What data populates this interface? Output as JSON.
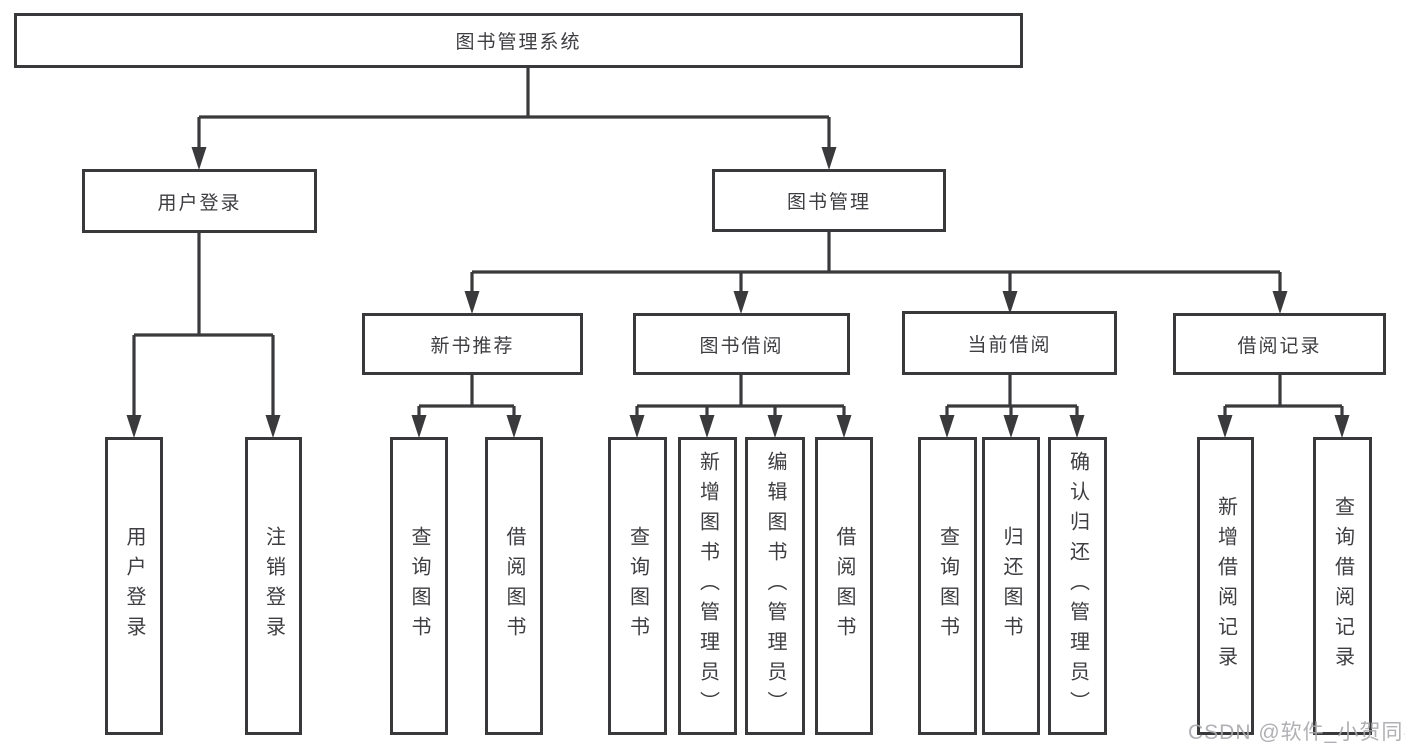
{
  "diagram": {
    "title": "图书管理系统",
    "root": {
      "label": "图书管理系统"
    },
    "level2": {
      "user_login": {
        "label": "用户登录"
      },
      "book_management": {
        "label": "图书管理"
      }
    },
    "level3": {
      "new_book_recommend": {
        "label": "新书推荐"
      },
      "book_borrow": {
        "label": "图书借阅"
      },
      "current_borrow": {
        "label": "当前借阅"
      },
      "borrow_records": {
        "label": "借阅记录"
      }
    },
    "leaves": {
      "user_login_group": [
        {
          "label": "用户登录"
        },
        {
          "label": "注销登录"
        }
      ],
      "new_book_group": [
        {
          "label": "查询图书"
        },
        {
          "label": "借阅图书"
        }
      ],
      "book_borrow_group": [
        {
          "label": "查询图书"
        },
        {
          "label": "新增图书（管理员）"
        },
        {
          "label": "编辑图书（管理员）"
        },
        {
          "label": "借阅图书"
        }
      ],
      "current_borrow_group": [
        {
          "label": "查询图书"
        },
        {
          "label": "归还图书"
        },
        {
          "label": "确认归还（管理员）"
        }
      ],
      "borrow_records_group": [
        {
          "label": "新增借阅记录"
        },
        {
          "label": "查询借阅记录"
        }
      ]
    },
    "colors": {
      "line": "#3a3a3c",
      "box_border": "#39393b",
      "text": "#3e3e42",
      "watermark": "#a8a8ad"
    }
  },
  "watermark": {
    "text": "CSDN @软件_小贺同学"
  }
}
